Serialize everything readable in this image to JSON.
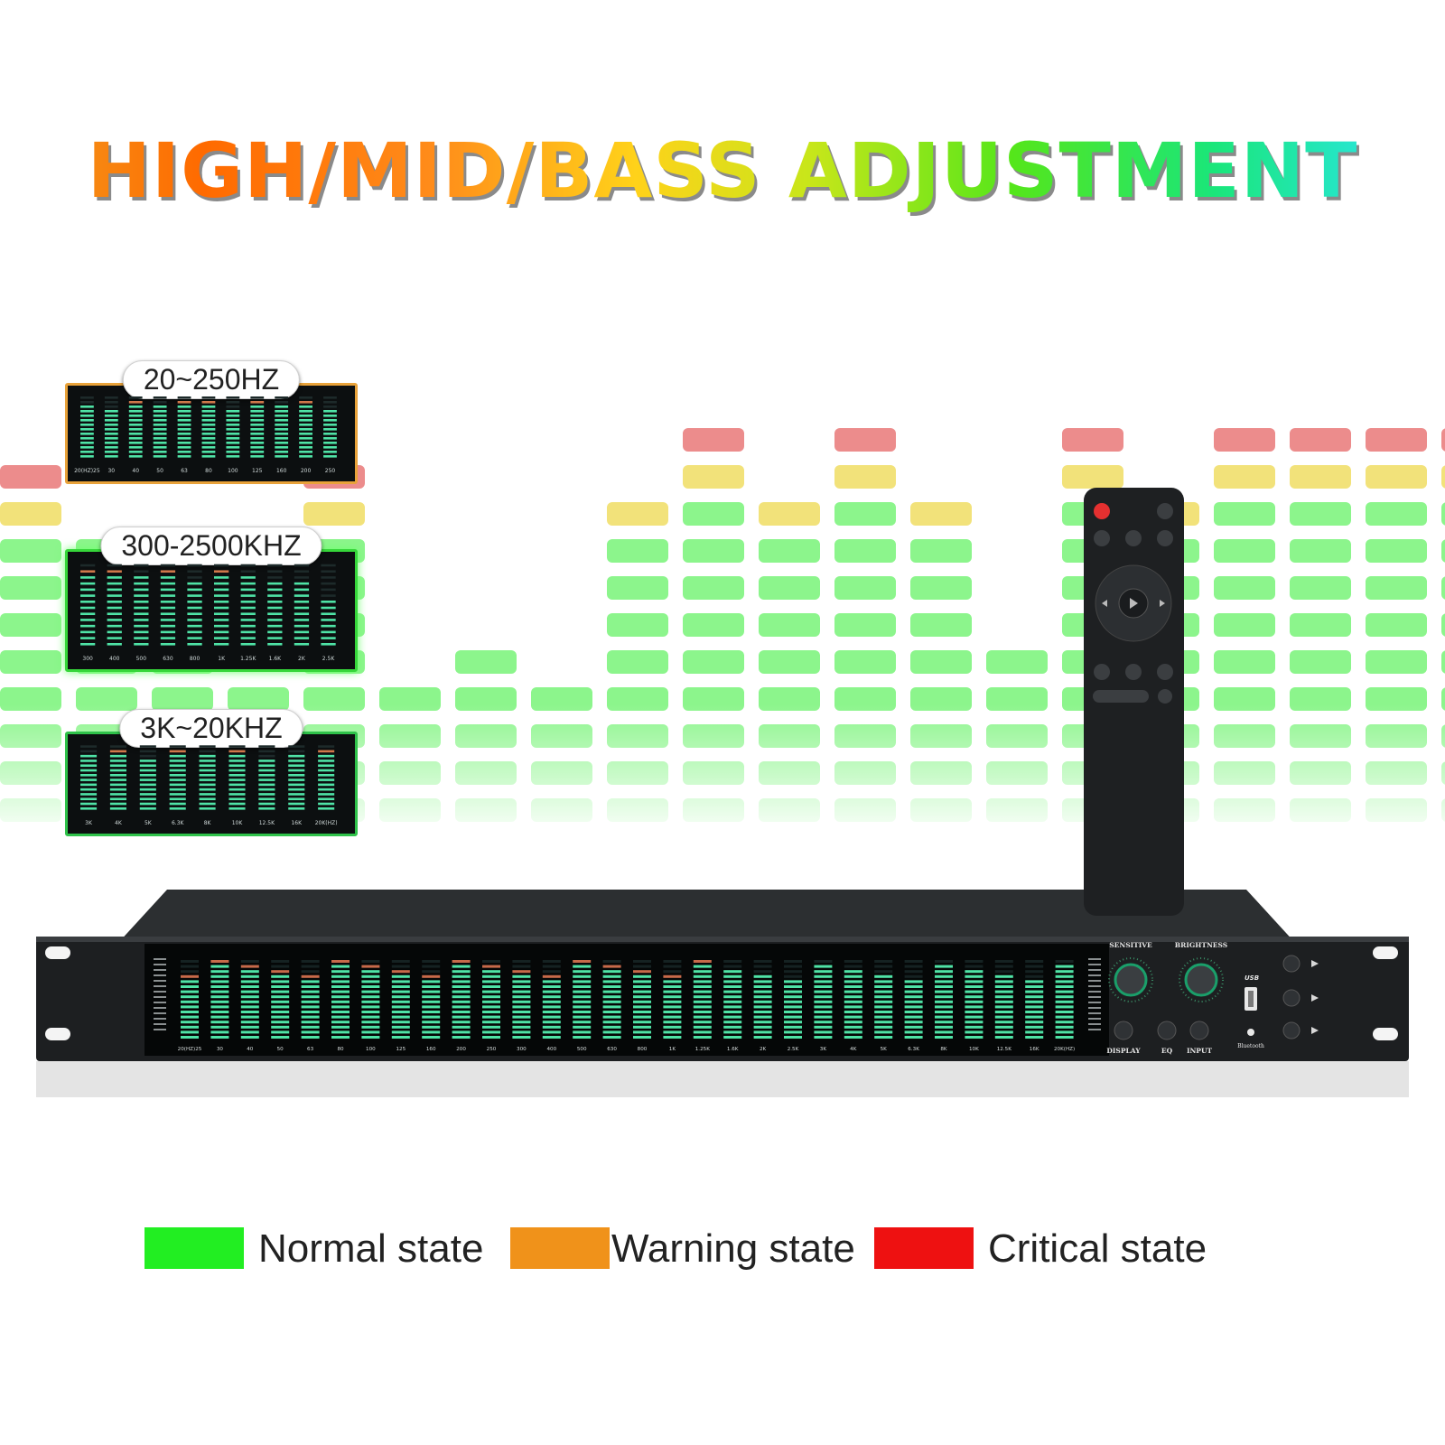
{
  "headline": "HIGH/MID/BASS ADJUSTMENT",
  "bands": [
    {
      "label": "20~250HZ",
      "state_color": "#e8a23a",
      "ticks": [
        "20(HZ)25",
        "30",
        "40",
        "50",
        "63",
        "80",
        "100",
        "125",
        "160",
        "200",
        "250"
      ],
      "levels": [
        0.85,
        0.8,
        0.9,
        0.85,
        0.95,
        0.9,
        0.8,
        0.95,
        0.85,
        0.9,
        0.8
      ]
    },
    {
      "label": "300-2500KHZ",
      "state_color": "#36d63a",
      "ticks": [
        "300",
        "400",
        "500",
        "630",
        "800",
        "1K",
        "1.25K",
        "1.6K",
        "2K",
        "2.5K"
      ],
      "levels": [
        0.9,
        0.95,
        0.85,
        0.9,
        0.8,
        0.9,
        0.85,
        0.8,
        0.75,
        0.55
      ]
    },
    {
      "label": "3K~20KHZ",
      "state_color": "#2fc24a",
      "ticks": [
        "3K",
        "4K",
        "5K",
        "6.3K",
        "8K",
        "10K",
        "12.5K",
        "16K",
        "20K(HZ)"
      ],
      "levels": [
        0.85,
        0.9,
        0.8,
        0.95,
        0.85,
        0.9,
        0.8,
        0.85,
        0.9
      ]
    }
  ],
  "panel": {
    "ticks": [
      "20(HZ)25",
      "30",
      "40",
      "50",
      "63",
      "80",
      "100",
      "125",
      "160",
      "200",
      "250",
      "300",
      "400",
      "500",
      "630",
      "800",
      "1K",
      "1.25K",
      "1.6K",
      "2K",
      "2.5K",
      "3K",
      "4K",
      "5K",
      "6.3K",
      "8K",
      "10K",
      "12.5K",
      "16K",
      "20K(HZ)"
    ],
    "knob_labels": [
      "SENSITIVE",
      "BRIGHTNESS"
    ],
    "button_labels": [
      "DISPLAY",
      "EQ",
      "INPUT"
    ],
    "usb_label": "USB",
    "bluetooth_label": "Bluetooth"
  },
  "legend": [
    {
      "label": "Normal state",
      "color": "#22ee22"
    },
    {
      "label": "Warning state",
      "color": "#f0921a"
    },
    {
      "label": "Critical state",
      "color": "#ee1111"
    }
  ],
  "colors": {
    "normal_bar": "#8cf58c",
    "warning_bar": "#f2e27a",
    "critical_bar": "#ec8c8c",
    "led": "#4fe3a6"
  }
}
